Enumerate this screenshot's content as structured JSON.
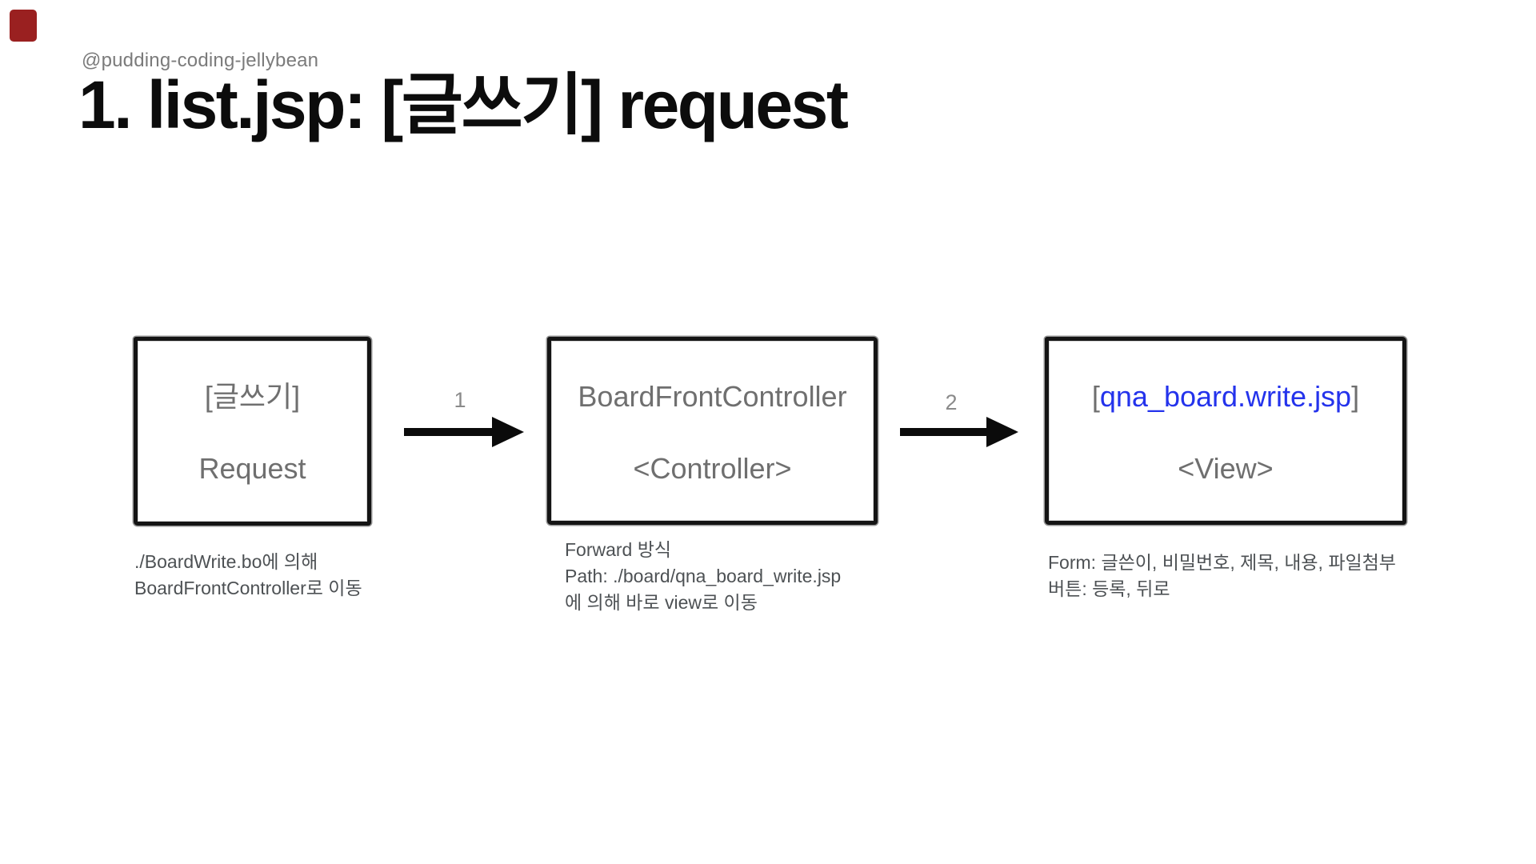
{
  "colors": {
    "accent_mark": "#9a2020",
    "link_blue": "#2433ec"
  },
  "header": {
    "handle": "@pudding-coding-jellybean",
    "title": "1. list.jsp: [글쓰기] request"
  },
  "diagram": {
    "nodes": [
      {
        "line1": "[글쓰기]",
        "line2": "Request",
        "caption": [
          "./BoardWrite.bo에 의해",
          "BoardFrontController로 이동"
        ]
      },
      {
        "line1": "BoardFrontController",
        "line2": "<Controller>",
        "caption": [
          "Forward 방식",
          "Path: ./board/qna_board_write.jsp",
          "에 의해 바로 view로 이동"
        ]
      },
      {
        "line1_open": "[",
        "line1_file": "qna_board.write.jsp",
        "line1_close": "]",
        "line2": "<View>",
        "caption": [
          "Form: 글쓴이, 비밀번호, 제목, 내용, 파일첨부",
          "버튼: 등록, 뒤로"
        ]
      }
    ],
    "arrows": [
      {
        "label": "1"
      },
      {
        "label": "2"
      }
    ]
  }
}
